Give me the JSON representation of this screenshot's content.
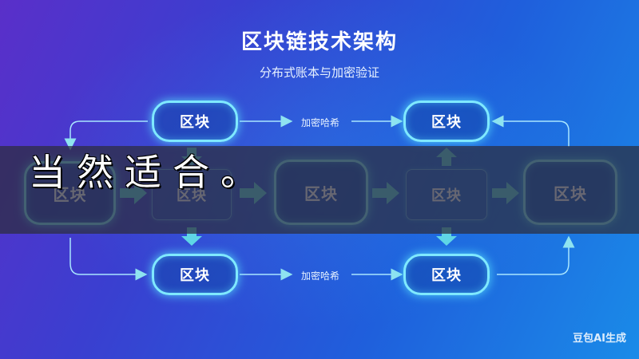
{
  "title": "区块链技术架构",
  "subtitle": "分布式账本与加密验证",
  "node_label": "区块",
  "hash_label": "加密哈希",
  "overlay_caption": "当然适合。",
  "watermark": "豆包AI生成",
  "colors": {
    "background_start": "#5a2fc9",
    "background_end": "#1a8be8",
    "node_border": "#7fe9ff",
    "arrow": "#5fd6e6"
  }
}
